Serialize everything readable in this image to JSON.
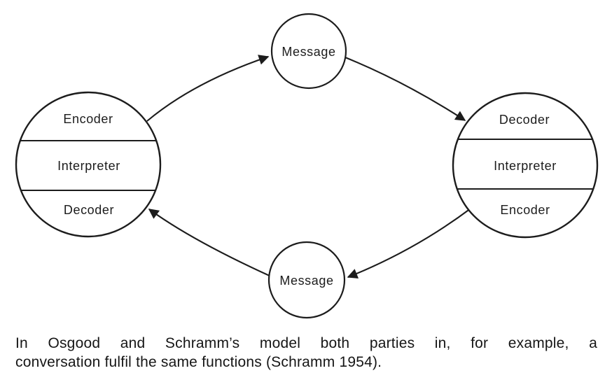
{
  "diagram": {
    "left_circle": {
      "top": "Encoder",
      "middle": "Interpreter",
      "bottom": "Decoder"
    },
    "right_circle": {
      "top": "Decoder",
      "middle": "Interpreter",
      "bottom": "Encoder"
    },
    "top_circle": {
      "label": "Message"
    },
    "bottom_circle": {
      "label": "Message"
    }
  },
  "caption": {
    "line1": "In Osgood and Schramm’s model both parties in, for example, a",
    "line2": "conversation fulfil the same functions (Schramm 1954)."
  },
  "colors": {
    "ink": "#1c1c1c",
    "background": "#ffffff"
  }
}
